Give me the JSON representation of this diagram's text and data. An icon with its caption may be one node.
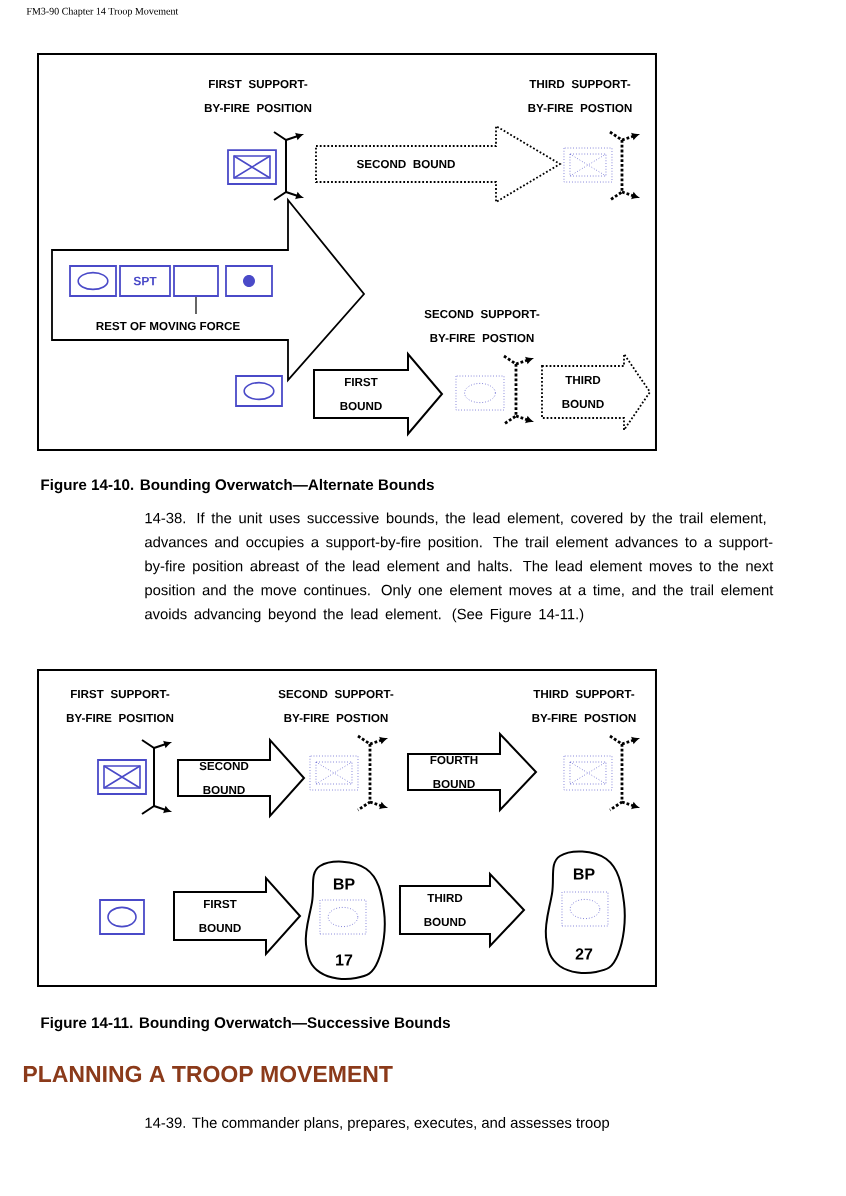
{
  "diagram": {
    "nodes": [
      {
        "text": [
          "FIRST SUPPORT-BY-FIRE POSITION"
        ]
      },
      {
        "text": [
          "THIRD SUPPORT-BY-FIRE POSTION"
        ]
      },
      {
        "text": [
          "REST OF MOVING FORCE"
        ]
      },
      {
        "text": [],
        "shape": "box",
        "in": 2
      },
      {
        "text": [
          "SPT"
        ],
        "in": 2
      },
      {
        "text": [],
        "shape": "box",
        "in": 2
      },
      {
        "text": [],
        "shape": "box",
        "in": 2
      },
      {
        "text": [],
        "shape": "box"
      },
      {
        "text": [
          "SECOND SUPPORT-BY-FIRE POSTION"
        ]
      },
      {
        "text": [
          "FIRST SUPPORT-BY-FIRE POSITION"
        ]
      },
      {
        "text": [
          "SECOND SUPPORT-BY-FIRE POSTION"
        ]
      },
      {
        "text": [
          "THIRD SUPPORT-BY-FIRE POSTION"
        ]
      },
      {
        "text": [],
        "shape": "box"
      },
      {
        "text": [
          "BP",
          "17"
        ]
      },
      {
        "text": [],
        "shape": "box",
        "in": 13
      },
      {
        "text": [
          "BP",
          "27"
        ]
      },
      {
        "text": [],
        "shape": "box",
        "in": 15
      }
    ],
    "edges": [
      {
        "from": 0,
        "to": 1,
        "arrow": "to",
        "label": "SECOND BOUND",
        "style": "dashed"
      },
      {
        "from": 7,
        "to": 8,
        "arrow": "to",
        "label": "FIRST BOUND"
      },
      {
        "from": 8,
        "to": null,
        "arrow": "to",
        "label": "THIRD BOUND",
        "style": "dashed"
      },
      {
        "from": 9,
        "to": 10,
        "arrow": "to",
        "label": "SECOND BOUND"
      },
      {
        "from": 10,
        "to": 11,
        "arrow": "to",
        "label": "FOURTH BOUND"
      },
      {
        "from": 12,
        "to": 13,
        "arrow": "to",
        "label": "FIRST BOUND"
      },
      {
        "from": 13,
        "to": 15,
        "arrow": "to",
        "label": "THIRD BOUND"
      }
    ],
    "labels": [
      "FM3-90 Chapter 14 Troop Movement",
      "Figure 14-10. Bounding Overwatch—Alternate Bounds",
      "14-38. If the unit uses successive bounds, the lead element, covered by the trail element, advances and occupies a support-by-fire position. The trail element advances to a support-by-fire position abreast of the lead element and halts. The lead element moves to the next position and the move continues. Only one element moves at a time, and the trail element avoids advancing beyond the lead element. (See Figure 14-11.)",
      "Figure 14-11. Bounding Overwatch—Successive Bounds",
      "PLANNING A TROOP MOVEMENT",
      "14-39. The commander plans, prepares, executes, and assesses troop"
    ]
  }
}
